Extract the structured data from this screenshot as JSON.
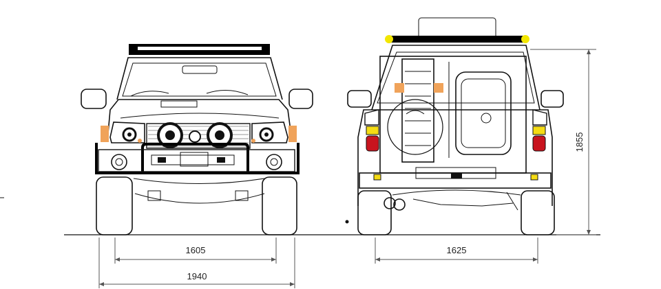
{
  "dimensions": {
    "front_track": "1605",
    "overall_width": "1940",
    "rear_track": "1625",
    "height": "1855"
  },
  "colors": {
    "line": "#111111",
    "dimension_line": "#555555",
    "amber_light": "#f0a35a",
    "yellow_marker": "#f2e600",
    "red_light": "#c8141e",
    "yellow_light": "#f5dc14",
    "roof_rack": "#000000"
  },
  "icons": {
    "front_view": "suv-front-view-icon",
    "rear_view": "suv-rear-view-icon"
  }
}
